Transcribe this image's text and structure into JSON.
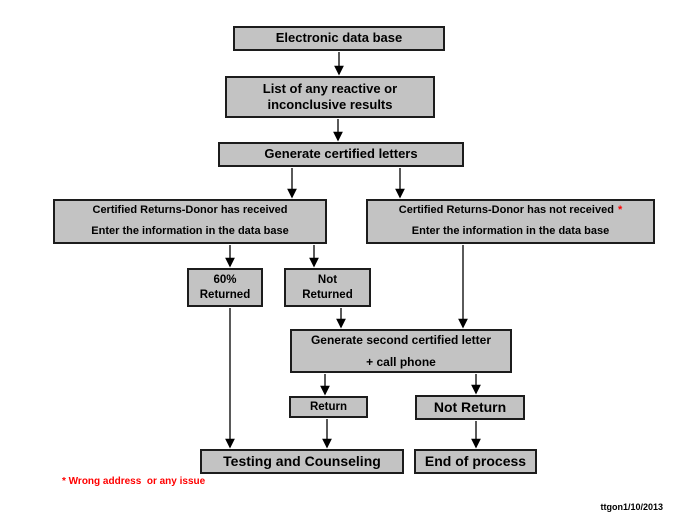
{
  "colors": {
    "box-fill": "#c3c3c3",
    "box-border": "#1c1c1c",
    "arrow": "#000000",
    "accent-red": "#ff0000",
    "text": "#000000",
    "background": "#ffffff"
  },
  "nodes": {
    "electronic_database": "Electronic data base",
    "reactive_list": {
      "line1": "List of any reactive or",
      "line2": "inconclusive results"
    },
    "generate_letters": "Generate certified letters",
    "received": {
      "line1": "Certified Returns-Donor has received",
      "line2": "Enter the information in the data base"
    },
    "not_received": {
      "line1": "Certified Returns-Donor has not received",
      "asterisk": "*",
      "line2": "Enter the information in the data base"
    },
    "returned_60": {
      "line1": "60%",
      "line2": "Returned"
    },
    "not_returned": {
      "line1": "Not",
      "line2": "Returned"
    },
    "second_letter": {
      "line1": "Generate second certified letter",
      "line2": "+ call phone"
    },
    "return": {
      "label": "Return"
    },
    "not_return": {
      "label": "Not Return"
    },
    "testing_counseling": {
      "label": "Testing and Counseling"
    },
    "end_of_process": {
      "label": "End of process"
    }
  },
  "footnote": "* Wrong address  or any issue",
  "credit": "ttgon1/10/2013"
}
